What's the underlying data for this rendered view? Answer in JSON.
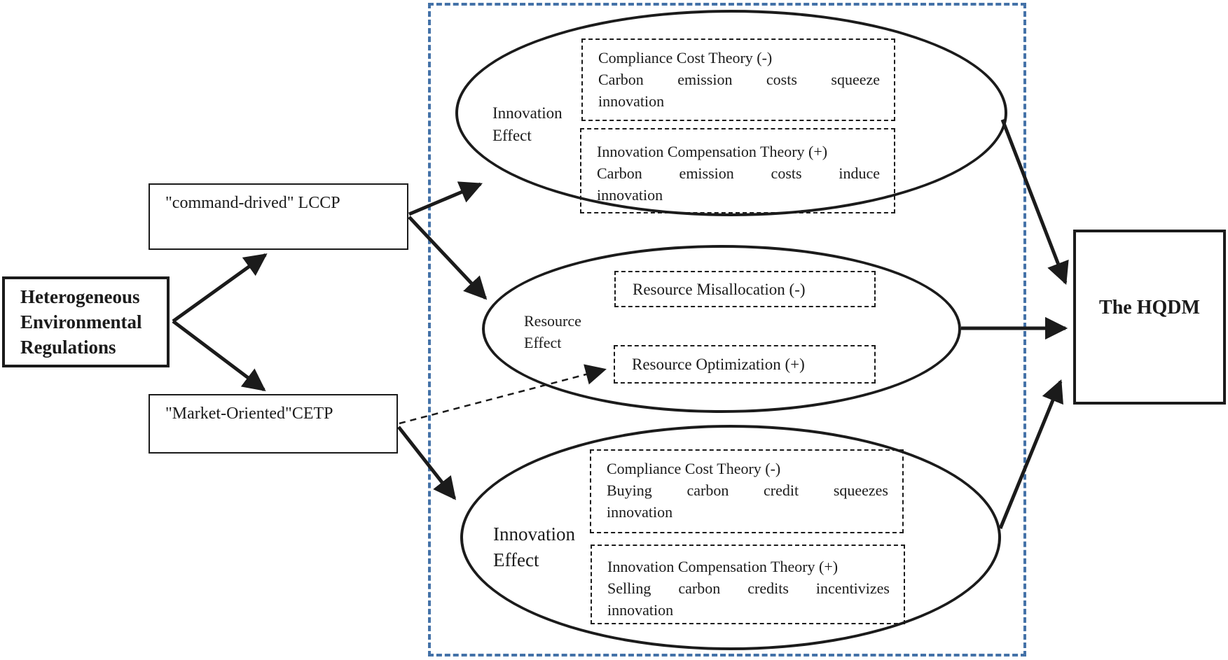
{
  "figure": {
    "title_semantic": "Mechanism diagram: heterogeneous environmental regulations and the HQDM",
    "ink_color": "#1b1b1b",
    "frame_color": "#4472a8"
  },
  "nodes": {
    "regulations": {
      "line1": "Heterogeneous",
      "line2": "Environmental",
      "line3": "Regulations"
    },
    "lccp": {
      "label": "\"command-drived\" LCCP"
    },
    "cetp": {
      "label": "\"Market-Oriented\"CETP"
    },
    "hqdm": {
      "label": "The HQDM"
    }
  },
  "effects": {
    "innovation_top": {
      "label_line1": "Innovation",
      "label_line2": "Effect",
      "compliance": {
        "title": "Compliance Cost Theory (-)",
        "body_justified": "Carbon emission costs squeeze",
        "body_tail": "innovation"
      },
      "compensation": {
        "title": "Innovation Compensation Theory (+)",
        "body_justified": "Carbon emission costs induce",
        "body_tail": "innovation"
      }
    },
    "resource": {
      "label_line1": "Resource",
      "label_line2": "Effect",
      "misallocation": {
        "title": "Resource Misallocation (-)"
      },
      "optimization": {
        "title": "Resource Optimization (+)"
      }
    },
    "innovation_bottom": {
      "label_line1": "Innovation",
      "label_line2": "Effect",
      "compliance": {
        "title": "Compliance Cost Theory (-)",
        "body_justified": "Buying carbon credit squeezes",
        "body_tail": "innovation"
      },
      "compensation": {
        "title": "Innovation Compensation Theory (+)",
        "body_justified": "Selling carbon credits incentivizes",
        "body_tail": "innovation"
      }
    }
  }
}
